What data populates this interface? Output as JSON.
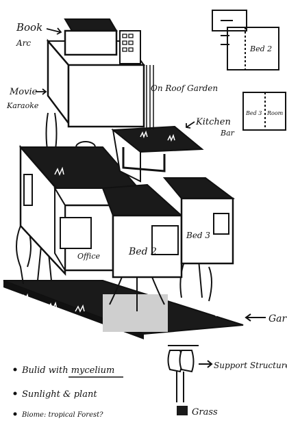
{
  "labels": {
    "book_arc_1": "Book",
    "book_arc_2": "Arc",
    "movie_karaoke_1": "Movie",
    "movie_karaoke_2": "Karaoke",
    "roof_garden": "On Roof Garden",
    "kitchen_bar_1": "Kitchen",
    "kitchen_bar_2": "Bar",
    "bed2_top": "Bed 2",
    "bed3_right": "Bed 3",
    "room_small": "Room",
    "office": "Office",
    "bed2_main": "Bed 2",
    "bed3_main": "Bed 3",
    "garden": "Gar",
    "support_structure": "Support Structure",
    "grass": "Grass"
  },
  "notes": [
    "Bulid with mycelium",
    "Sunlight & plant",
    "Biome: tropical Forest?"
  ],
  "notes_underlined_word": "mycelium",
  "colors": {
    "ink": "#111111",
    "paper": "#ffffff",
    "grass_fill": "#1a1a1a",
    "gray_panel": "#cfcfcf"
  }
}
